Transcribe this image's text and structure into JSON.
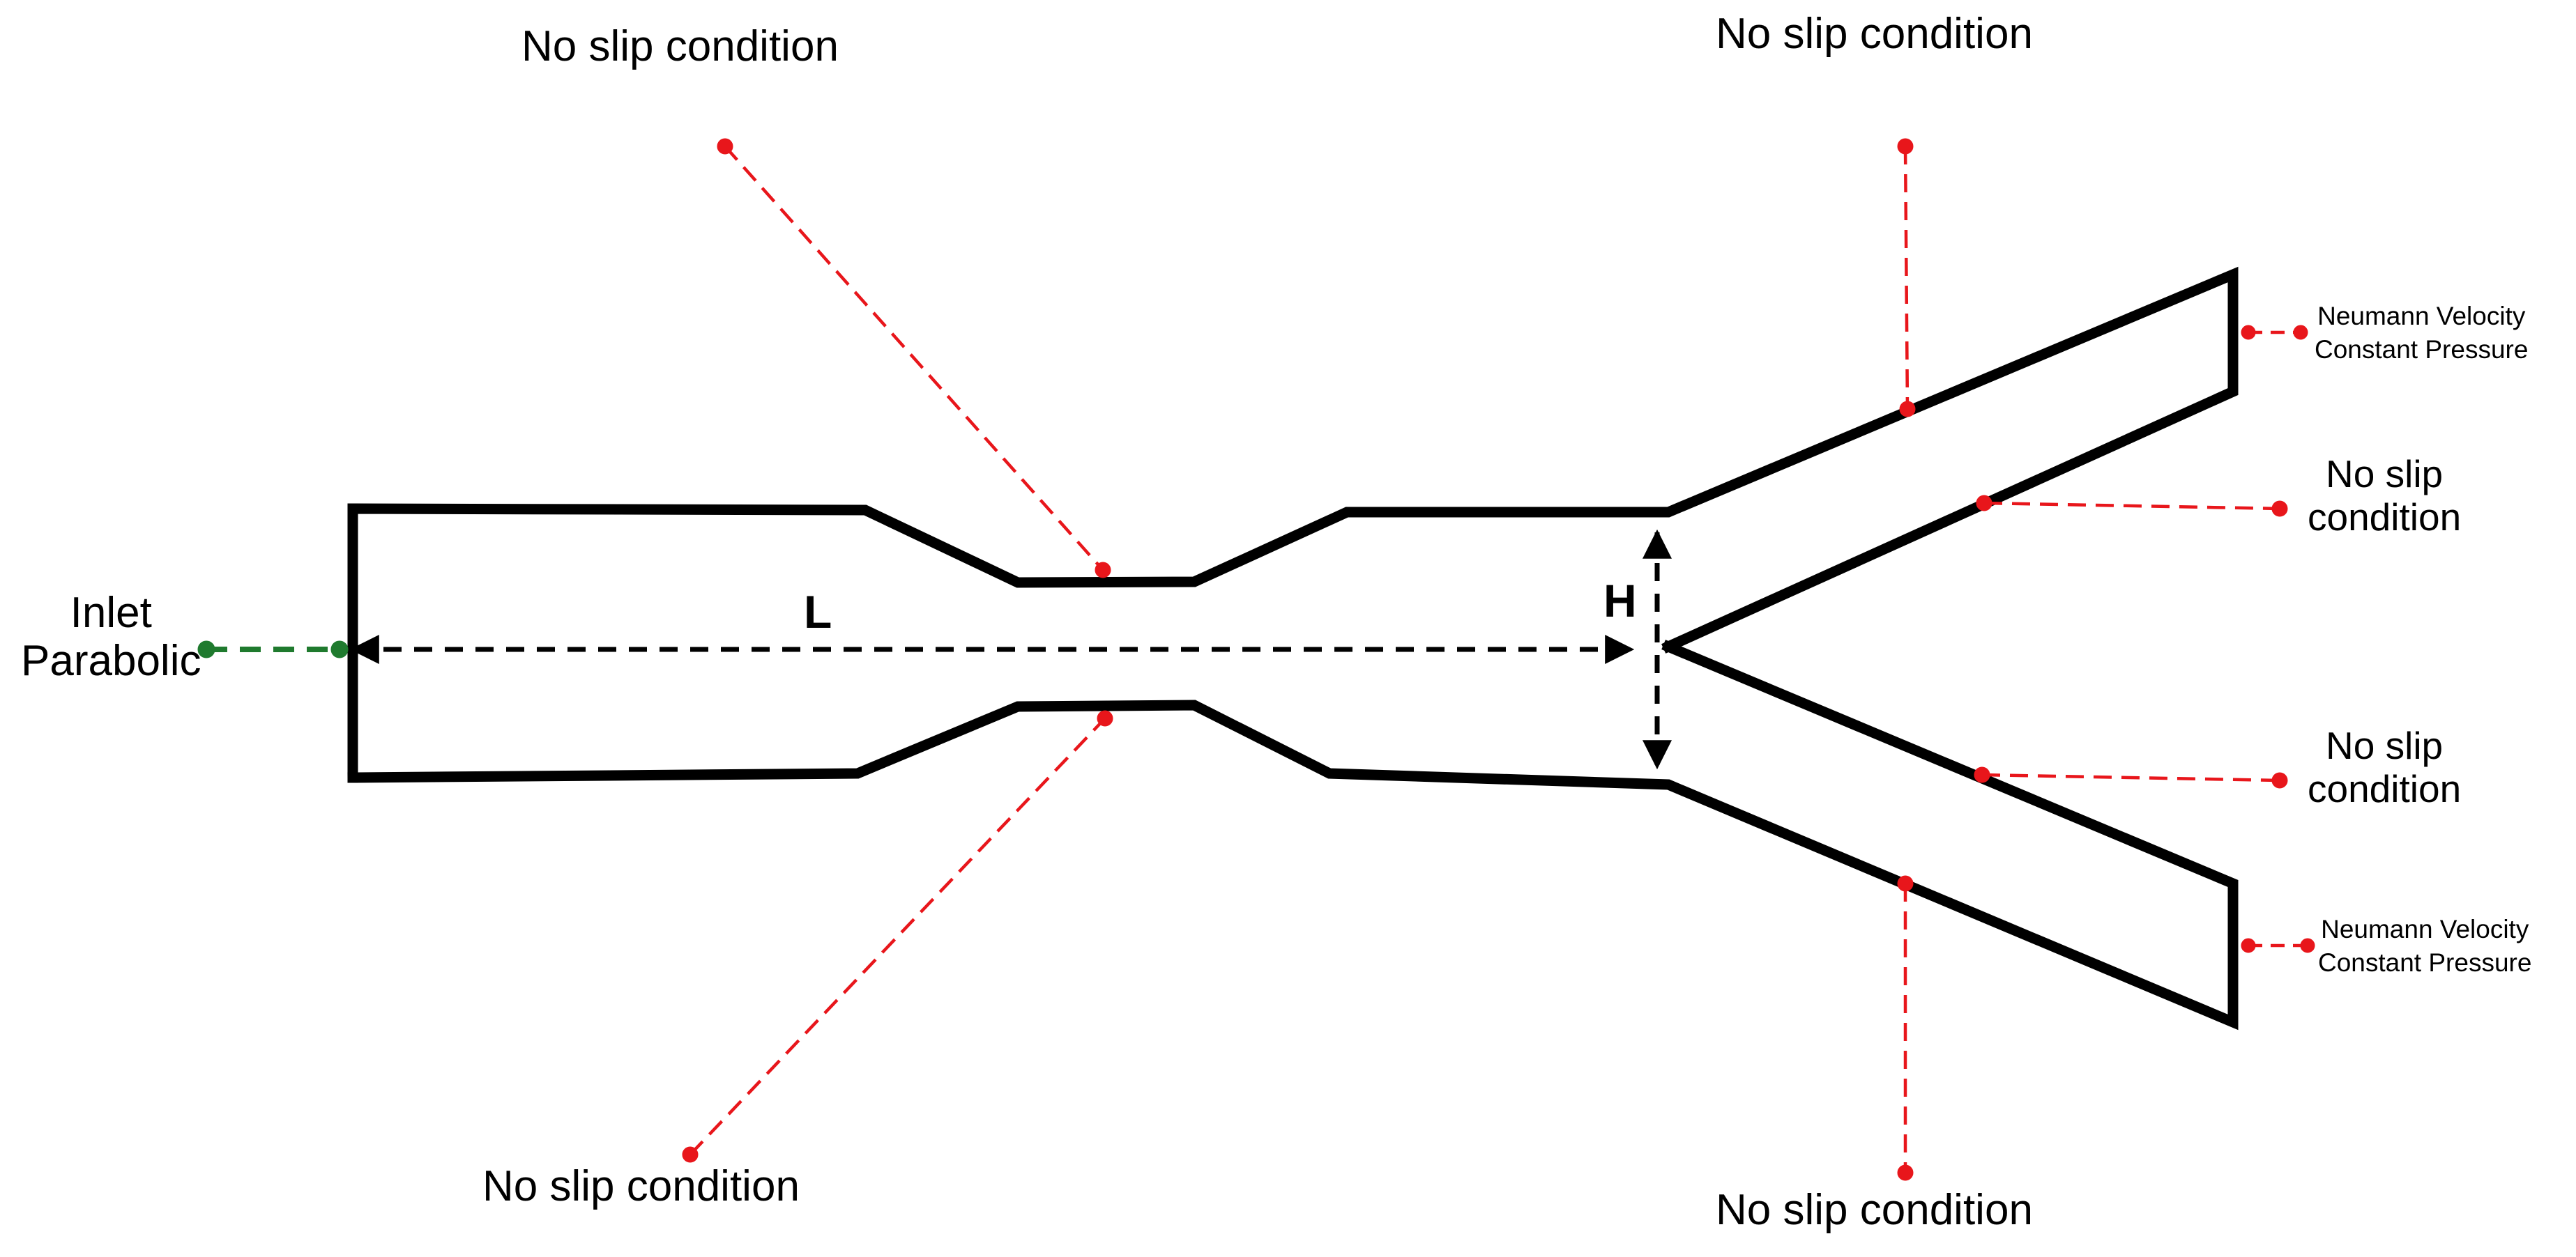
{
  "labels": {
    "top_left": "No slip condition",
    "top_right": "No slip condition",
    "bottom_left": "No slip condition",
    "bottom_right": "No slip condition",
    "branch_upper_inner": "No slip\ncondition",
    "branch_lower_inner": "No slip\ncondition",
    "outlet_upper": "Neumann Velocity\nConstant Pressure",
    "outlet_lower": "Neumann Velocity\nConstant Pressure",
    "inlet": "Inlet\nParabolic",
    "length": "L",
    "height": "H"
  },
  "colors": {
    "wall": "#000000",
    "boundary_marker": "#e8161b",
    "inlet_marker": "#1f7a2e",
    "dimension": "#000000"
  }
}
